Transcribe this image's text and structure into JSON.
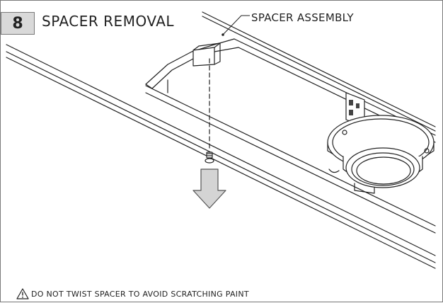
{
  "step": {
    "number": "8",
    "title": "SPACER REMOVAL"
  },
  "callouts": {
    "spacer_assembly": "SPACER ASSEMBLY"
  },
  "warning": {
    "icon": "warning-triangle-icon",
    "text": "DO NOT TWIST SPACER TO AVOID SCRATCHING PAINT"
  },
  "colors": {
    "line": "#222222",
    "step_box": "#d9d9d9",
    "arrow_fill": "#d4d4d4"
  }
}
